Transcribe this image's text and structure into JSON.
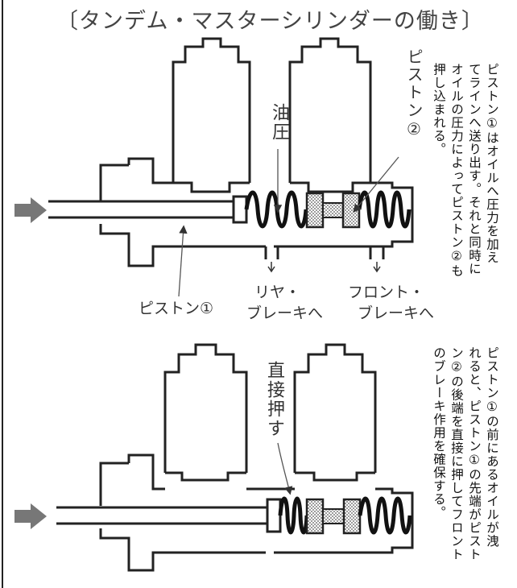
{
  "title": "〔タンデム・マスターシリンダーの働き〕",
  "top": {
    "note_lines": [
      "ピストン①はオイルへ圧力を加え",
      "てラインへ送り出す。それと同時に",
      "オイルの圧力によってピストン②も",
      "押し込まれる。"
    ],
    "label_hydraulic": "油圧",
    "label_piston2": "ピストン②",
    "label_piston1": "ピストン①",
    "label_rear_line1": "リヤ・",
    "label_rear_line2": "ブレーキへ",
    "label_front_line1": "フロント・",
    "label_front_line2": "ブレーキへ"
  },
  "bottom": {
    "note_lines": [
      "ピストン①の前にあるオイルが洩",
      "れると、ピストン①の先端がピスト",
      "ン②の後端を直接に押してフロント",
      "のブレーキ作用を確保する。"
    ],
    "label_direct_push": "直接押す"
  },
  "colors": {
    "ink": "#222222",
    "arrow": "#777777",
    "dots": "#999999"
  }
}
